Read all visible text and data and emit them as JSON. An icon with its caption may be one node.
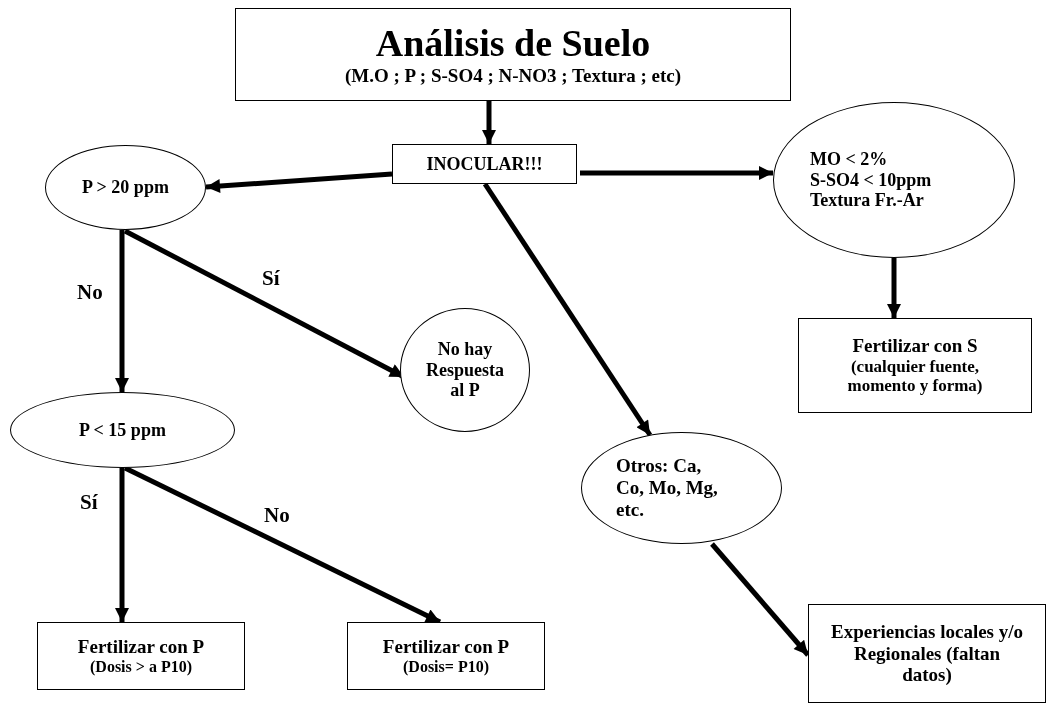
{
  "diagram": {
    "nodes": [
      {
        "text": [
          "Análisis de Suelo",
          "(M.O ; P ; S-SO4 ; N-NO3 ; Textura ; etc)"
        ]
      },
      {
        "text": [
          "INOCULAR!!!"
        ]
      },
      {
        "text": [
          "P > 20 ppm"
        ]
      },
      {
        "text": [
          "MO < 2%",
          "S-SO4 < 10ppm",
          "Textura Fr.-Ar"
        ]
      },
      {
        "text": [
          "No hay Respuesta al P"
        ]
      },
      {
        "text": [
          "Fertilizar con S",
          "(cualquier fuente, momento y forma)"
        ]
      },
      {
        "text": [
          "P < 15 ppm"
        ]
      },
      {
        "text": [
          "Otros: Ca, Co, Mo, Mg, etc."
        ]
      },
      {
        "text": [
          "Fertilizar con P",
          "(Dosis > a P10)"
        ]
      },
      {
        "text": [
          "Fertilizar con P",
          "(Dosis= P10)"
        ]
      },
      {
        "text": [
          "Experiencias locales y/o Regionales (faltan datos)"
        ]
      }
    ],
    "edges": [
      {
        "from": 0,
        "to": 1,
        "arrow": "to"
      },
      {
        "from": 1,
        "to": 2,
        "arrow": "to"
      },
      {
        "from": 1,
        "to": 3,
        "arrow": "to"
      },
      {
        "from": 1,
        "to": 7,
        "arrow": "to"
      },
      {
        "from": 2,
        "to": 6,
        "arrow": "to",
        "label": "No"
      },
      {
        "from": 2,
        "to": 4,
        "arrow": "to",
        "label": "Sí"
      },
      {
        "from": 3,
        "to": 5,
        "arrow": "to"
      },
      {
        "from": 6,
        "to": 8,
        "arrow": "to",
        "label": "Sí"
      },
      {
        "from": 6,
        "to": 9,
        "arrow": "to",
        "label": "No"
      },
      {
        "from": 7,
        "to": 10,
        "arrow": "to"
      }
    ]
  }
}
